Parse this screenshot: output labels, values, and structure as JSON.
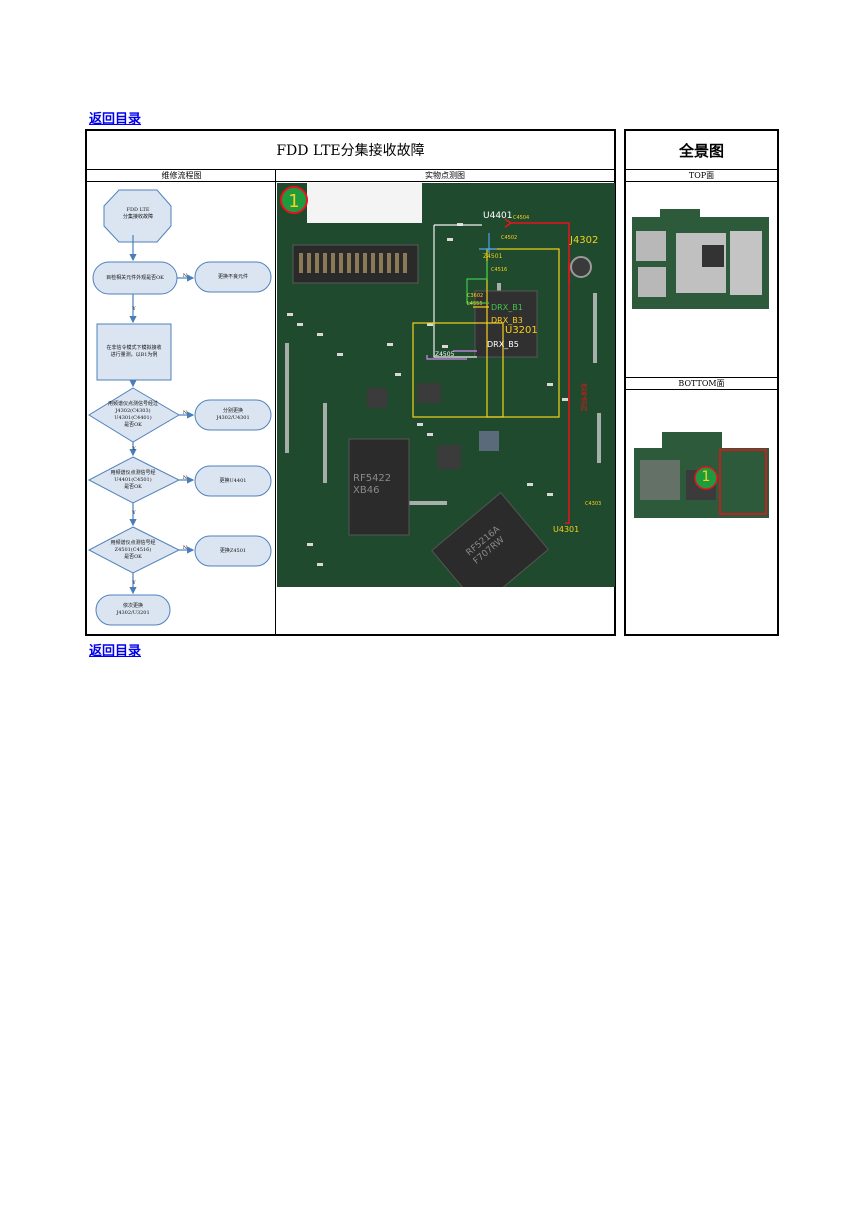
{
  "nav": {
    "back_link_top": "返回目录",
    "back_link_bottom": "返回目录"
  },
  "main": {
    "title": "FDD LTE分集接收故障",
    "col_flow_header": "维修流程图",
    "col_photo_header": "实物点测图"
  },
  "panorama": {
    "title": "全景图",
    "top_header": "TOP面",
    "bottom_header": "BOTTOM面",
    "marker": "1"
  },
  "flowchart": {
    "start": "FDD LTE\n分集接收故障",
    "d1": "目检相关元件外观是否OK",
    "a1": "更换不良元件",
    "p1": "在非信令模式下模拟接收\n进行量测，以B1为例",
    "d2": "用频谱仪点测信号经过\nJ4302(C4303)\nU4301(C4401)\n是否OK",
    "a2": "分别更换\nJ4302/U4301",
    "d3": "用频谱仪点测信号经\nU4401(C4501)\n是否OK",
    "a3": "更换U4401",
    "d4": "用频谱仪点测信号经\nZ4501(C4516)\n是否OK",
    "a4": "更换Z4501",
    "end": "依次更换\nJ4302/U3201",
    "yes": "Y",
    "no": "N"
  },
  "photo": {
    "marker": "1",
    "labels": {
      "u4401": "U4401",
      "c4504": "C4504",
      "c4502": "C4502",
      "j4302": "J4302",
      "z4501": "Z4501",
      "c4516": "C4516",
      "c3602": "C3602",
      "l4555": "L4555",
      "drx_b1": "DRX_B1",
      "drx_b3": "DRX_B3",
      "u3201": "U3201",
      "z4505": "Z4505",
      "drx_b5": "DRX_B5",
      "rf_chip1": "RF5422\nXB46",
      "rf_chip2": "RF5216A\nF707RW",
      "c4303": "C4303",
      "u4301": "U4301",
      "red_note": "信号流向"
    }
  },
  "colors": {
    "link": "#0000ee",
    "flow_box_fill": "#dbe5f1",
    "flow_box_stroke": "#4f81bd",
    "arrow": "#4a7ebb",
    "pcb_green": "#1f4a2e",
    "red": "#e8131b",
    "yellow": "#f5d21c",
    "white_path": "#f0f0f0",
    "marker_green": "#1e9b3e"
  }
}
